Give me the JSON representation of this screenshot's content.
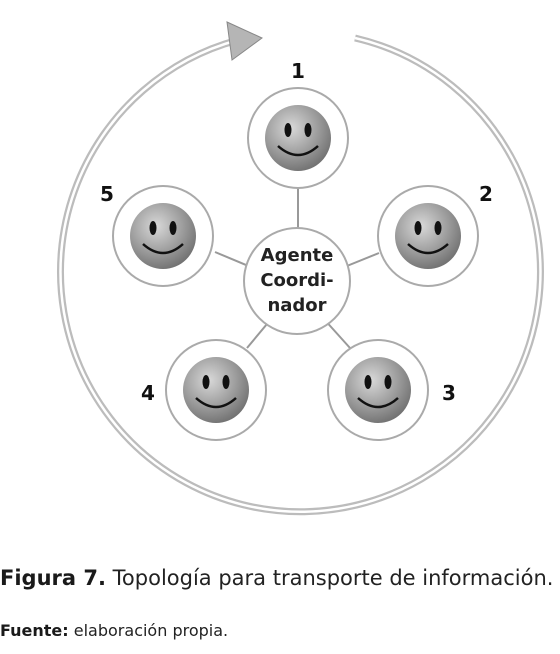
{
  "diagram": {
    "center": {
      "line1": "Agente",
      "line2": "Coordi-",
      "line3": "nador"
    },
    "agents": [
      {
        "label": "1"
      },
      {
        "label": "2"
      },
      {
        "label": "3"
      },
      {
        "label": "4"
      },
      {
        "label": "5"
      }
    ],
    "icon": "smiley-face-icon"
  },
  "caption": {
    "label": "Figura 7.",
    "text": "Topología para transporte de información."
  },
  "source": {
    "label": "Fuente:",
    "text": "elaboración propia."
  }
}
